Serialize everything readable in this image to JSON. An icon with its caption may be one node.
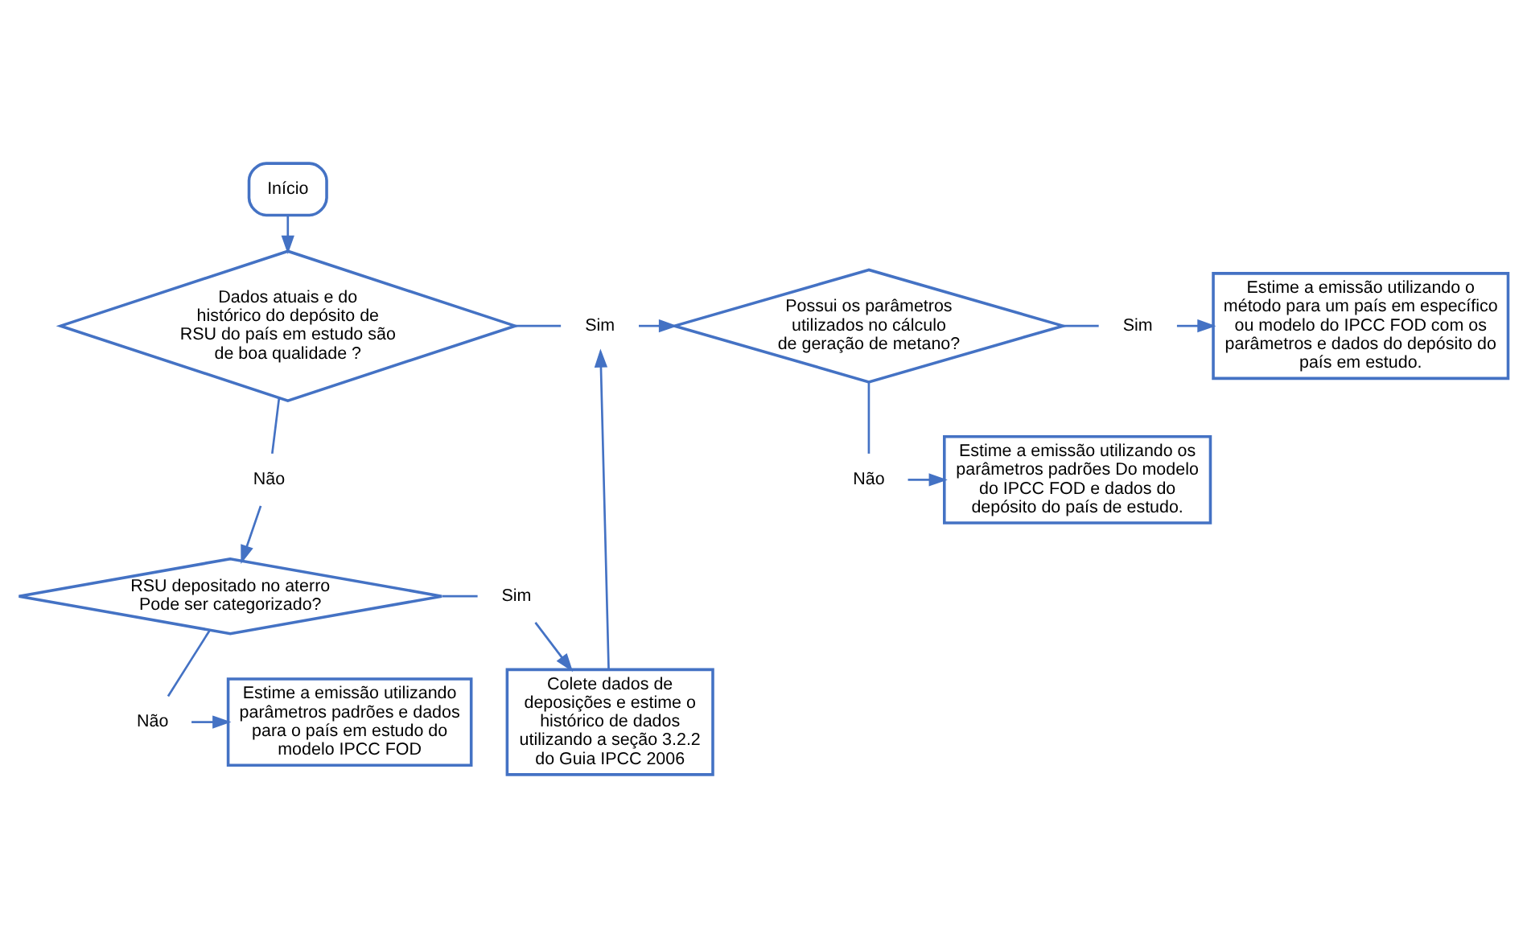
{
  "diagram": {
    "nodes": [
      {
        "text": [
          "Início"
        ]
      },
      {
        "text": [
          "Dados atuais e do histórico do depósito de RSU do país em estudo são de boa qualidade ?"
        ]
      },
      {
        "text": [
          "Sim"
        ]
      },
      {
        "text": [
          "Possui os parâmetros utilizados no cálculo de geração de metano?"
        ]
      },
      {
        "text": [
          "Sim"
        ]
      },
      {
        "text": [
          "Estime a emissão utilizando o método para um país em específico ou modelo do IPCC FOD com os parâmetros e dados do depósito do país em estudo."
        ]
      },
      {
        "text": [
          "Não"
        ]
      },
      {
        "text": [
          "Estime a emissão utilizando os parâmetros padrões Do modelo do IPCC FOD e dados do depósito do país de estudo."
        ]
      },
      {
        "text": [
          "Não"
        ]
      },
      {
        "text": [
          "RSU depositado no aterro Pode ser categorizado?"
        ]
      },
      {
        "text": [
          "Sim"
        ]
      },
      {
        "text": [
          "Colete dados de deposições e estime o histórico de dados utilizando a seção 3.2.2 do Guia IPCC 2006"
        ]
      },
      {
        "text": [
          "Não"
        ]
      },
      {
        "text": [
          "Estime a emissão utilizando parâmetros padrões e dados para o país em estudo do modelo IPCC FOD"
        ]
      }
    ],
    "edges": [
      {
        "from": 0,
        "to": 1,
        "arrow": "to"
      },
      {
        "from": 1,
        "to": 2,
        "arrow": "none"
      },
      {
        "from": 2,
        "to": 3,
        "arrow": "to"
      },
      {
        "from": 3,
        "to": 4,
        "arrow": "none"
      },
      {
        "from": 4,
        "to": 5,
        "arrow": "to"
      },
      {
        "from": 3,
        "to": 6,
        "arrow": "none"
      },
      {
        "from": 6,
        "to": 7,
        "arrow": "to"
      },
      {
        "from": 1,
        "to": 8,
        "arrow": "none"
      },
      {
        "from": 8,
        "to": 9,
        "arrow": "to"
      },
      {
        "from": 9,
        "to": 10,
        "arrow": "none"
      },
      {
        "from": 10,
        "to": 11,
        "arrow": "to"
      },
      {
        "from": 11,
        "to": 2,
        "arrow": "to"
      },
      {
        "from": 9,
        "to": 12,
        "arrow": "none"
      },
      {
        "from": 12,
        "to": 13,
        "arrow": "to"
      }
    ]
  }
}
